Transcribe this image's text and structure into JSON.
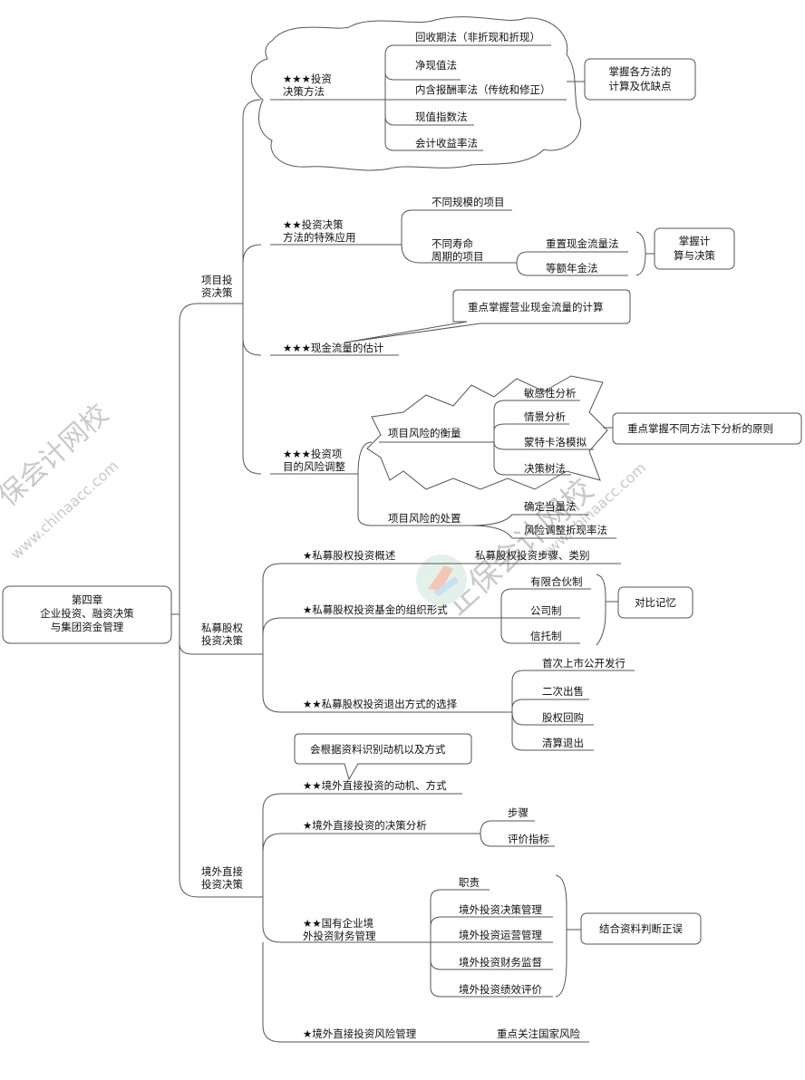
{
  "root": {
    "line1": "第四章",
    "line2": "企业投资、融资决策",
    "line3": "与集团资金管理"
  },
  "branch1": {
    "label1": "项目投",
    "label2": "资决策",
    "decision": {
      "l1": "★★★投资",
      "l2": "决策方法",
      "items": [
        "回收期法（非折现和折现）",
        "净现值法",
        "内含报酬率法（传统和修正）",
        "现值指数法",
        "会计收益率法"
      ],
      "note1": "掌握各方法的",
      "note2": "计算及优缺点"
    },
    "special": {
      "l1": "★★投资决策",
      "l2": "方法的特殊应用",
      "scale": "不同规模的项目",
      "life1": "不同寿命",
      "life2": "周期的项目",
      "methods": [
        "重置现金流量法",
        "等额年金法"
      ],
      "note1": "掌握计",
      "note2": "算与决策"
    },
    "cashflow": {
      "label": "★★★现金流量的估计",
      "note": "重点掌握营业现金流量的计算"
    },
    "risk": {
      "l1": "★★★投资项",
      "l2": "目的风险调整",
      "measure": "项目风险的衡量",
      "measure_items": [
        "敏感性分析",
        "情景分析",
        "蒙特卡洛模拟",
        "决策树法"
      ],
      "measure_note": "重点掌握不同方法下分析的原则",
      "handle": "项目风险的处置",
      "handle_items": [
        "确定当量法",
        "风险调整折现率法"
      ]
    }
  },
  "branch2": {
    "label1": "私募股权",
    "label2": "投资决策",
    "overview": "★私募股权投资概述",
    "overview_sub": "私募股权投资步骤、类别",
    "org": "★私募股权投资基金的组织形式",
    "org_items": [
      "有限合伙制",
      "公司制",
      "信托制"
    ],
    "org_note": "对比记忆",
    "exit": "★★私募股权投资退出方式的选择",
    "exit_items": [
      "首次上市公开发行",
      "二次出售",
      "股权回购",
      "清算退出"
    ]
  },
  "branch3": {
    "label1": "境外直接",
    "label2": "投资决策",
    "motive": "★★境外直接投资的动机、方式",
    "motive_note": "会根据资料识别动机以及方式",
    "analysis": "★境外直接投资的决策分析",
    "analysis_items": [
      "步骤",
      "评价指标"
    ],
    "soe1": "★★国有企业境",
    "soe2": "外投资财务管理",
    "soe_items": [
      "职责",
      "境外投资决策管理",
      "境外投资运营管理",
      "境外投资财务监督",
      "境外投资绩效评价"
    ],
    "soe_note": "结合资料判断正误",
    "riskmgmt": "★境外直接投资风险管理",
    "riskmgmt_sub": "重点关注国家风险"
  },
  "watermark": {
    "left": "保会计网校",
    "left_url": "www.chinaacc.com",
    "center": "正保会计网校",
    "center_url": "www.chinaacc.com"
  }
}
